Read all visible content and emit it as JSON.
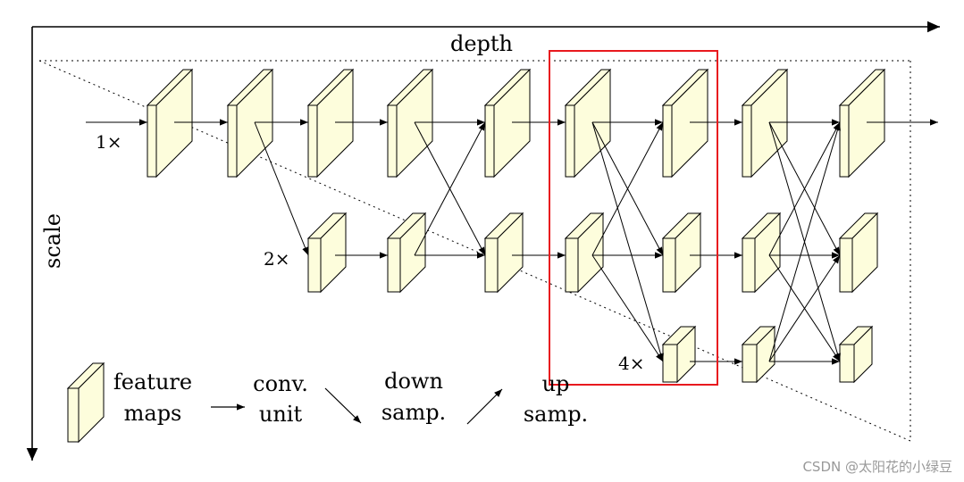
{
  "diagram": {
    "labels": {
      "depth": "depth",
      "scale": "scale",
      "scale_1x": "1×",
      "scale_2x": "2×",
      "scale_4x": "4×"
    },
    "legend": {
      "feature_maps_line1": "feature",
      "feature_maps_line2": "maps",
      "conv_line1": "conv.",
      "conv_line2": "unit",
      "down_line1": "down",
      "down_line2": "samp.",
      "up_line1": "up",
      "up_line2": "samp."
    },
    "watermark": "CSDN @太阳花的小绿豆",
    "colors": {
      "block_fill": "#fdfddc",
      "stroke": "#000000",
      "highlight": "#e8191e"
    }
  }
}
